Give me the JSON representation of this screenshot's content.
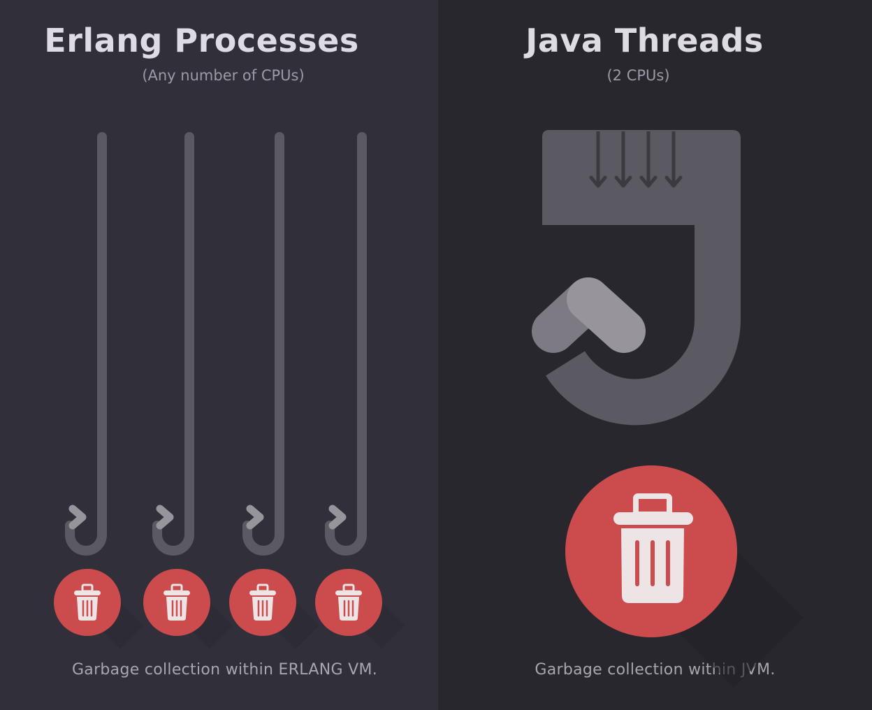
{
  "left_panel": {
    "title": "Erlang Processes",
    "subtitle": "(Any number of CPUs)",
    "caption": "Garbage collection within ERLANG VM.",
    "process_count": 4
  },
  "right_panel": {
    "title": "Java Threads",
    "subtitle": "(2 CPUs)",
    "caption": "Garbage collection within JVM.",
    "thread_arrow_count": 4
  },
  "colors": {
    "left_background": "#312f3a",
    "right_background": "#28272d",
    "stroke": "#5b5962",
    "stroke_light": "#97949c",
    "trash_red": "#cc4b4d",
    "trash_icon": "#ede4e5",
    "title_text": "#dedbe4"
  },
  "icons": {
    "process_line": "curved-arrow-icon",
    "thread_pool": "j-curve-arrow-icon",
    "garbage": "trash-can-icon"
  }
}
